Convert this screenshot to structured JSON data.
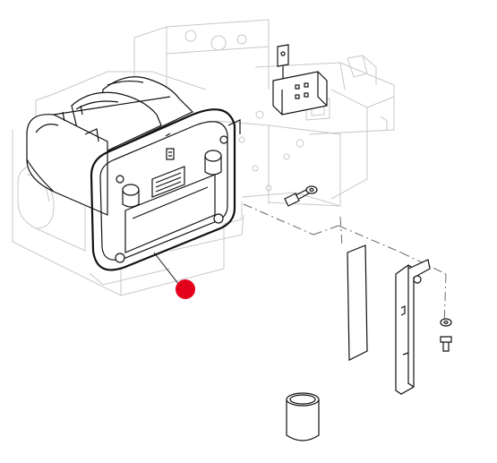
{
  "diagram": {
    "callout_color": "#e3001b",
    "line_color": "#111111",
    "faint_color": "#c8c8c8",
    "callout_marker": {
      "icon": "red-dot-icon",
      "label": ""
    },
    "parts": [
      {
        "id": "capacitor-assembly",
        "icon": "capacitor-bank-icon"
      },
      {
        "id": "upper-mounting-bracket",
        "icon": "bracket-icon"
      },
      {
        "id": "insulating-strip",
        "icon": "strip-icon"
      },
      {
        "id": "side-mounting-bracket",
        "icon": "bracket-icon"
      },
      {
        "id": "washer",
        "icon": "washer-icon"
      },
      {
        "id": "screw-right",
        "icon": "screw-icon"
      },
      {
        "id": "screw-top",
        "icon": "screw-icon"
      },
      {
        "id": "cylinder-sleeve",
        "icon": "cylinder-icon"
      }
    ]
  }
}
